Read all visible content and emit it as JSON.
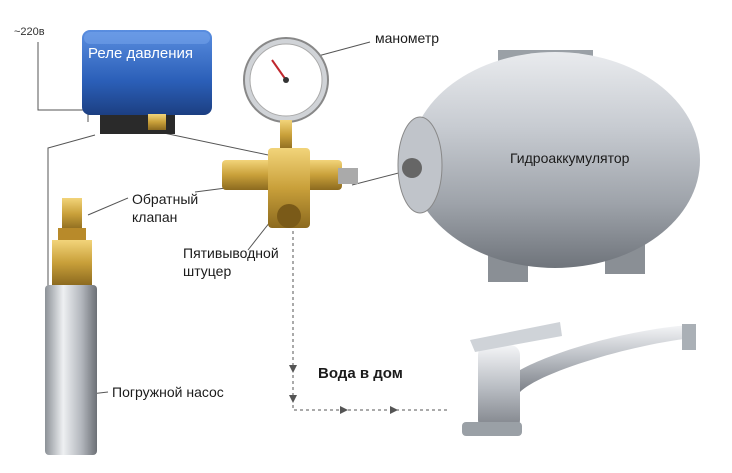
{
  "labels": {
    "voltage": "~220в",
    "pressure_relay": "Реле давления",
    "manometer": "манометр",
    "check_valve_line1": "Обратный",
    "check_valve_line2": "клапан",
    "fitting_line1": "Пятивыводной",
    "fitting_line2": "штуцер",
    "accumulator": "Гидроаккумулятор",
    "submersible_pump": "Погружной насос",
    "water_to_house": "Вода в дом"
  },
  "colors": {
    "relay_blue": "#2b5fb8",
    "brass": "#c9a03a",
    "tank_steel": "#b8bcc2",
    "line": "#555555"
  }
}
